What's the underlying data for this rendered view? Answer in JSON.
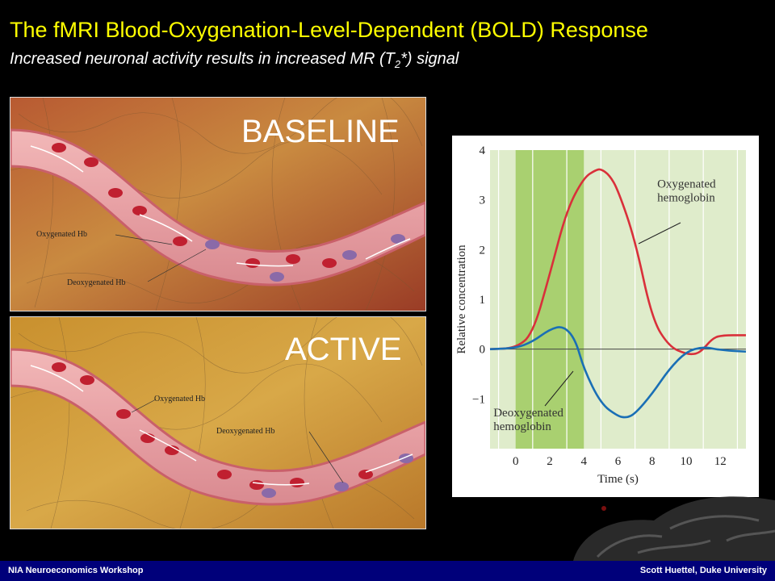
{
  "slide": {
    "title": "The fMRI Blood-Oxygenation-Level-Dependent (BOLD) Response",
    "subtitle_pre": "Increased neuronal activity results in increased MR (T",
    "subtitle_sub": "2",
    "subtitle_post": "*) signal"
  },
  "panels": {
    "baseline": {
      "label": "BASELINE",
      "oxy_label": "Oxygenated Hb",
      "deoxy_label": "Deoxygenated Hb"
    },
    "active": {
      "label": "ACTIVE",
      "oxy_label": "Oxygenated Hb",
      "deoxy_label": "Deoxygenated Hb"
    }
  },
  "chart_data": {
    "type": "line",
    "xlabel": "Time (s)",
    "ylabel": "Relative concentration",
    "xlim": [
      -1.5,
      13.5
    ],
    "ylim": [
      -2,
      4
    ],
    "xticks": [
      0,
      2,
      4,
      6,
      8,
      10,
      12
    ],
    "yticks": [
      4,
      3,
      2,
      1,
      0,
      -1
    ],
    "stimulus_shading": [
      0,
      4
    ],
    "series": [
      {
        "name": "Oxygenated hemoglobin",
        "color": "#d9303a",
        "x": [
          -1.5,
          0,
          1,
          2,
          3,
          4,
          4.7,
          5,
          5.5,
          6,
          7,
          8,
          9,
          10,
          10.6,
          11,
          11.5,
          12,
          13.5
        ],
        "y": [
          0,
          0.02,
          0.3,
          1.5,
          2.8,
          3.45,
          3.6,
          3.62,
          3.5,
          3.2,
          2.2,
          0.6,
          0.05,
          -0.1,
          -0.1,
          0,
          0.2,
          0.28,
          0.28
        ]
      },
      {
        "name": "Deoxygenated hemoglobin",
        "color": "#1a6fb5",
        "x": [
          -1.5,
          0,
          1,
          2,
          2.8,
          3.5,
          4,
          5,
          6,
          6.5,
          7,
          8,
          9,
          10,
          11,
          12,
          13.5
        ],
        "y": [
          0,
          0.02,
          0.15,
          0.4,
          0.47,
          0.2,
          -0.4,
          -1.1,
          -1.35,
          -1.38,
          -1.3,
          -0.9,
          -0.4,
          -0.05,
          0.05,
          -0.02,
          -0.05
        ]
      }
    ],
    "annotations": [
      {
        "lines": [
          "Oxygenated",
          "hemoglobin"
        ],
        "x": 8.3,
        "y": 3.25
      },
      {
        "lines": [
          "Deoxygenated",
          "hemoglobin"
        ],
        "x": -1.3,
        "y": -1.35
      }
    ]
  },
  "footer": {
    "left": "NIA Neuroeconomics Workshop",
    "right": "Scott Huettel, Duke University"
  }
}
